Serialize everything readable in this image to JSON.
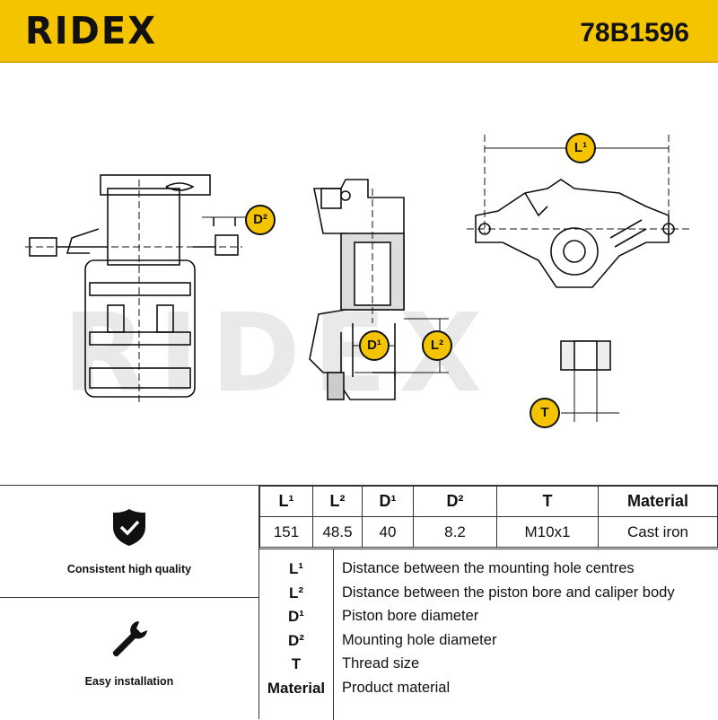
{
  "header": {
    "brand": "RIDEX",
    "part_number": "78B1596"
  },
  "watermark": "RIDEX",
  "drawing_labels": {
    "d2": "D²",
    "l1": "L¹",
    "d1": "D¹",
    "l2": "L²",
    "t": "T"
  },
  "features": [
    {
      "label": "Consistent high quality",
      "icon": "shield-check-icon"
    },
    {
      "label": "Easy installation",
      "icon": "wrench-icon"
    }
  ],
  "spec_table": {
    "headers": [
      "L¹",
      "L²",
      "D¹",
      "D²",
      "T",
      "Material"
    ],
    "values": [
      "151",
      "48.5",
      "40",
      "8.2",
      "M10x1",
      "Cast iron"
    ]
  },
  "legend": [
    {
      "key": "L¹",
      "desc": "Distance between the mounting hole centres"
    },
    {
      "key": "L²",
      "desc": "Distance between the piston bore and caliper body"
    },
    {
      "key": "D¹",
      "desc": "Piston bore diameter"
    },
    {
      "key": "D²",
      "desc": "Mounting hole diameter"
    },
    {
      "key": "T",
      "desc": "Thread size"
    },
    {
      "key": "Material",
      "desc": "Product material"
    }
  ],
  "colors": {
    "brand_yellow": "#f5c400",
    "ink": "#111111"
  }
}
